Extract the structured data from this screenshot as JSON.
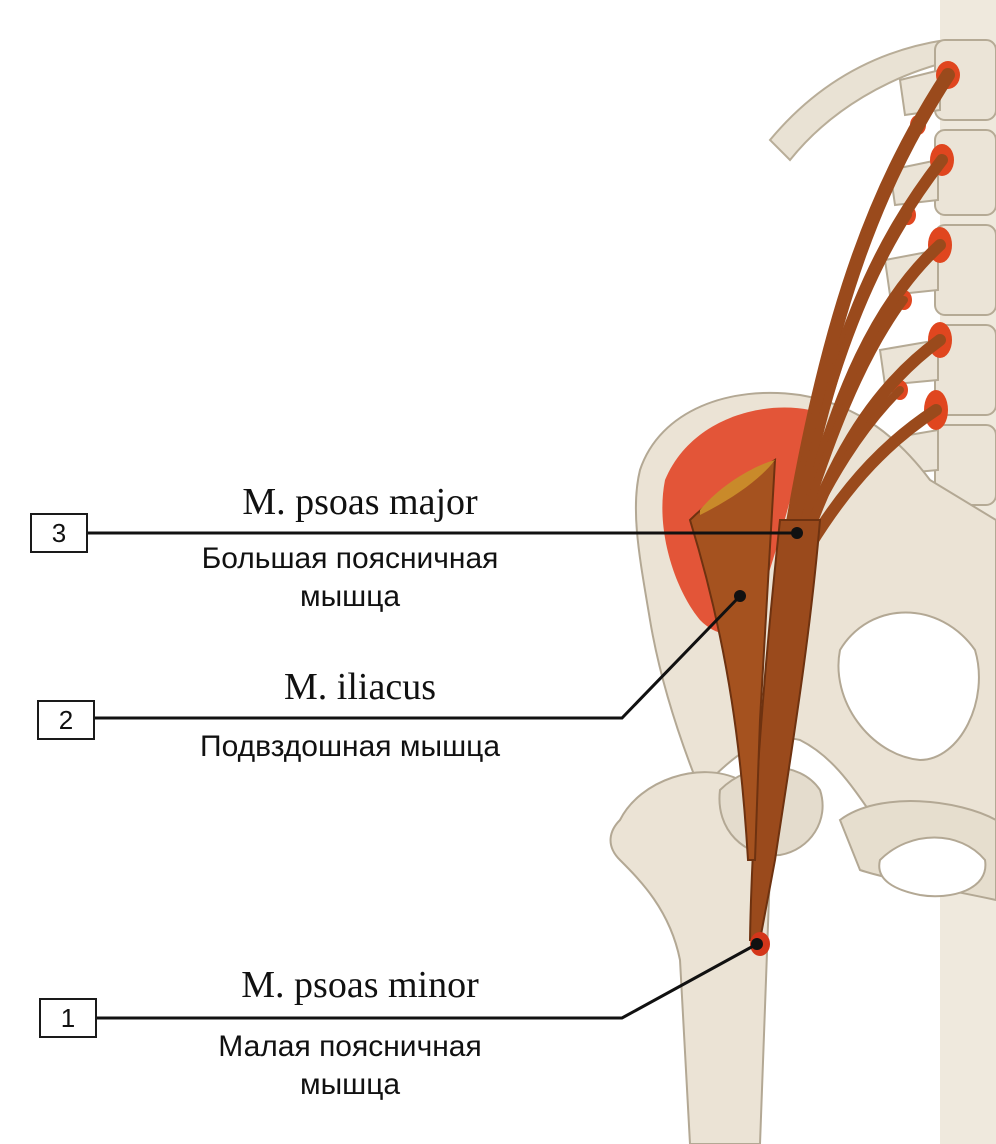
{
  "labels": [
    {
      "number": "3",
      "latin": "M. psoas major",
      "russian": "Большая поясничная\nмышца"
    },
    {
      "number": "2",
      "latin": "M. iliacus",
      "russian": "Подвздошная мышца"
    },
    {
      "number": "1",
      "latin": "M. psoas minor",
      "russian": "Малая поясничная\nмышца"
    }
  ],
  "colors": {
    "bone": "#eae3d6",
    "bone_shadow": "#cfc4b1",
    "muscle": "#9a4a1c",
    "muscle_dark": "#6e3210",
    "attachment": "#e0461f",
    "iliac_fossa": "#e2492a",
    "leader_line": "#111111"
  }
}
